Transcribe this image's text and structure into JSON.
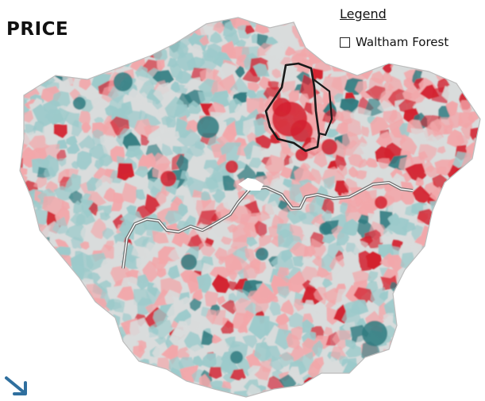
{
  "title": "PRICE",
  "legend": {
    "heading": "Legend",
    "items": [
      {
        "label": "Waltham Forest",
        "outline": "#1a1a1a"
      }
    ]
  },
  "colors": {
    "high": "#d3212f",
    "mid_high": "#f2a7aa",
    "neutral": "#d9dcdc",
    "mid_low": "#9ccacb",
    "low": "#2f7b80",
    "river": "#6f6f6f",
    "borough_outline": "#1a1a1a"
  },
  "icons": {
    "corner_arrow": "arrow-down-right-icon"
  }
}
